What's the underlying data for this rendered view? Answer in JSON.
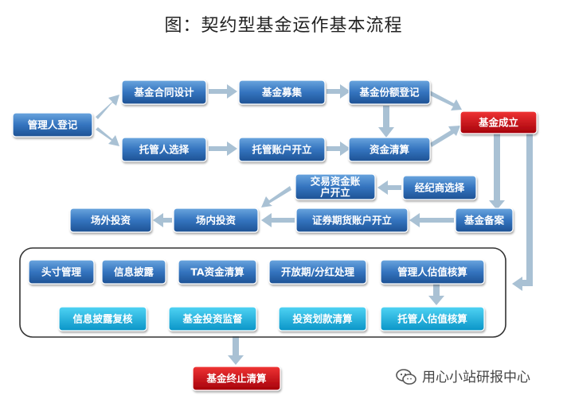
{
  "title": "图：契约型基金运作基本流程",
  "nodes": {
    "manager_register": "管理人登记",
    "fund_contract_design": "基金合同设计",
    "fund_raising": "基金募集",
    "fund_share_register": "基金份额登记",
    "fund_establish": "基金成立",
    "custodian_select": "托管人选择",
    "custody_account_open": "托管账户开立",
    "fund_settlement": "资金清算",
    "trading_seat_account_open": "交易资金账户开立",
    "broker_select": "经纪商选择",
    "offexchange_invest": "场外投资",
    "onexchange_invest": "场内投资",
    "securities_futures_account_open": "证券期货账户开立",
    "fund_filing": "基金备案",
    "position_management": "头寸管理",
    "info_disclosure": "信息披露",
    "ta_fund_settlement": "TA资金清算",
    "open_day_dividend": "开放期/分红处理",
    "manager_valuation": "管理人估值核算",
    "info_disclosure_review": "信息披露复核",
    "fund_invest_supervision": "基金投资监督",
    "investment_transfer_settlement": "投资划款清算",
    "custodian_valuation": "托管人估值核算",
    "fund_termination": "基金终止清算"
  },
  "watermark": {
    "text": "用心小站研报中心",
    "icon": "wechat-icon"
  },
  "colors": {
    "blue_dark": "#1e5294",
    "blue_light": "#6aa5de",
    "cyan_dark": "#0a95c7",
    "cyan_light": "#4fd3f4",
    "red_dark": "#a5000a",
    "red_light": "#f03434",
    "arrow": "#a9c1d4"
  }
}
